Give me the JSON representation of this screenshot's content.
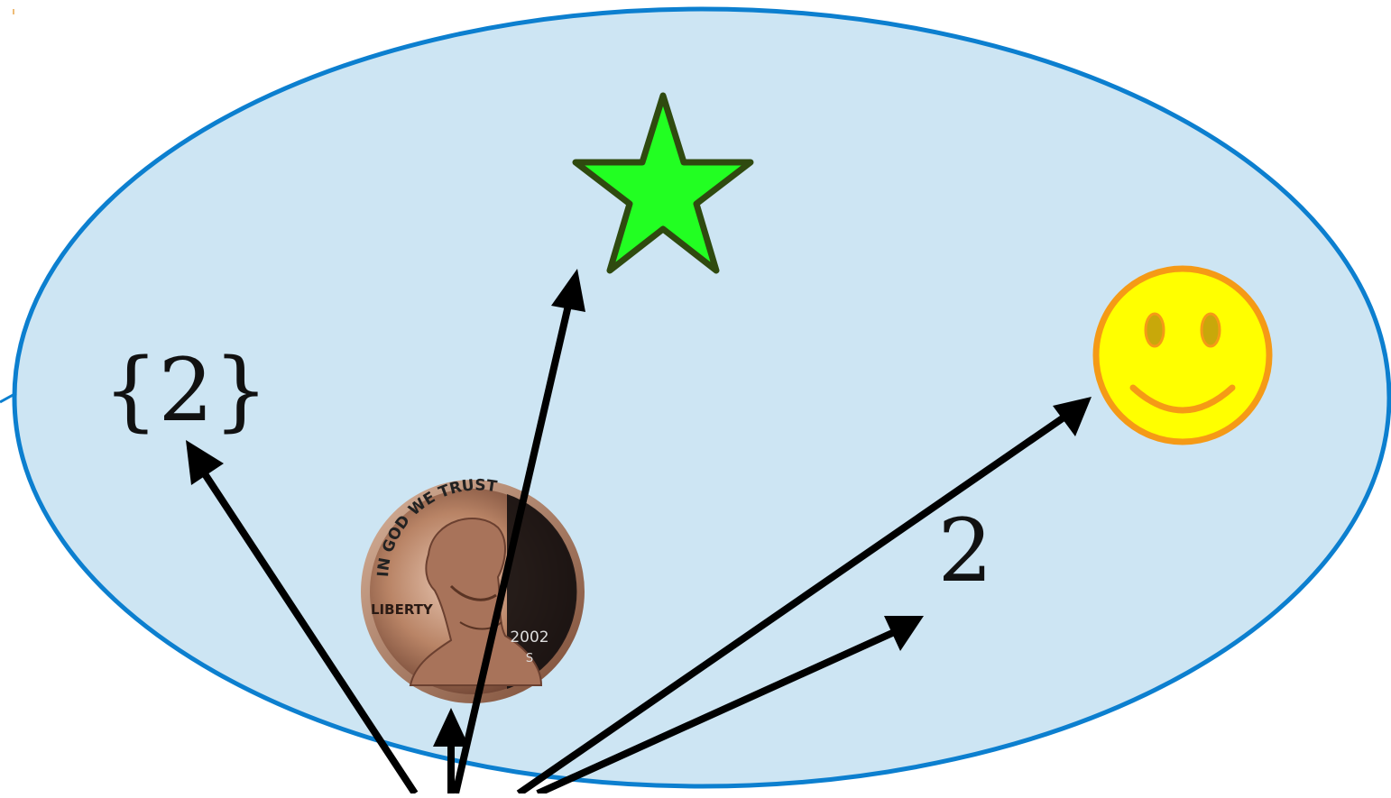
{
  "diagram": {
    "set_label": "{2}",
    "number_label": "2",
    "coin": {
      "motto": "IN GOD WE TRUST",
      "word": "LIBERTY",
      "year": "2002",
      "mint_mark": "S"
    },
    "colors": {
      "ellipse_fill": "#cde5f3",
      "ellipse_stroke": "#0c7fcf",
      "star_fill": "#22ff22",
      "star_stroke": "#2f4a0f",
      "smiley_fill": "#ffff00",
      "smiley_stroke": "#f59a16",
      "arrow": "#000000"
    }
  }
}
